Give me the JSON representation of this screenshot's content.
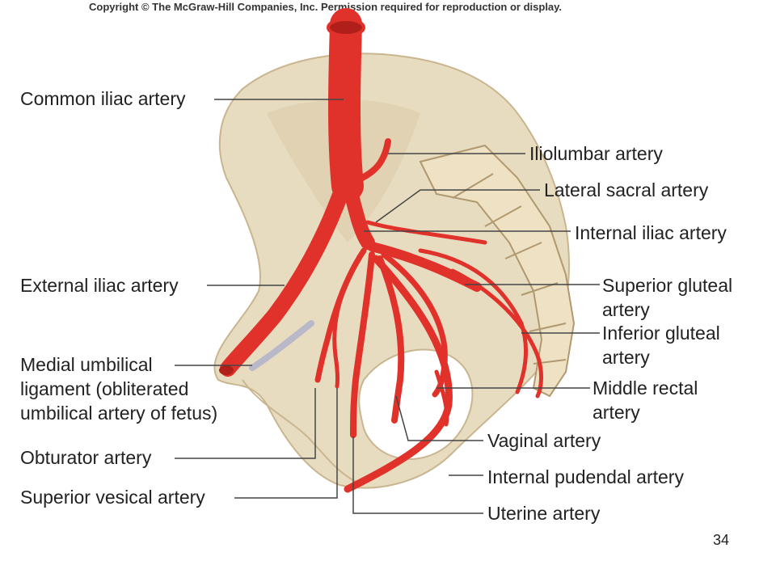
{
  "copyright": "Copyright © The McGraw-Hill Companies, Inc. Permission required for reproduction or display.",
  "page_number": "34",
  "colors": {
    "bone": "#e8dcc0",
    "bone_shadow": "#c9b58f",
    "artery": "#e0322b",
    "artery_dark": "#b01f1a",
    "leader": "#444444",
    "ligament": "#b8b8c8"
  },
  "labels": {
    "common_iliac": "Common iliac artery",
    "external_iliac": "External iliac artery",
    "medial_umbilical": "Medial umbilical\nligament (obliterated\numbilical artery of fetus)",
    "obturator": "Obturator artery",
    "superior_vesical": "Superior vesical artery",
    "iliolumbar": "Iliolumbar artery",
    "lateral_sacral": "Lateral sacral artery",
    "internal_iliac": "Internal iliac artery",
    "superior_gluteal": "Superior gluteal\nartery",
    "inferior_gluteal": "Inferior gluteal\nartery",
    "middle_rectal": "Middle rectal\nartery",
    "vaginal": "Vaginal artery",
    "internal_pudendal": "Internal pudendal artery",
    "uterine": "Uterine artery"
  }
}
